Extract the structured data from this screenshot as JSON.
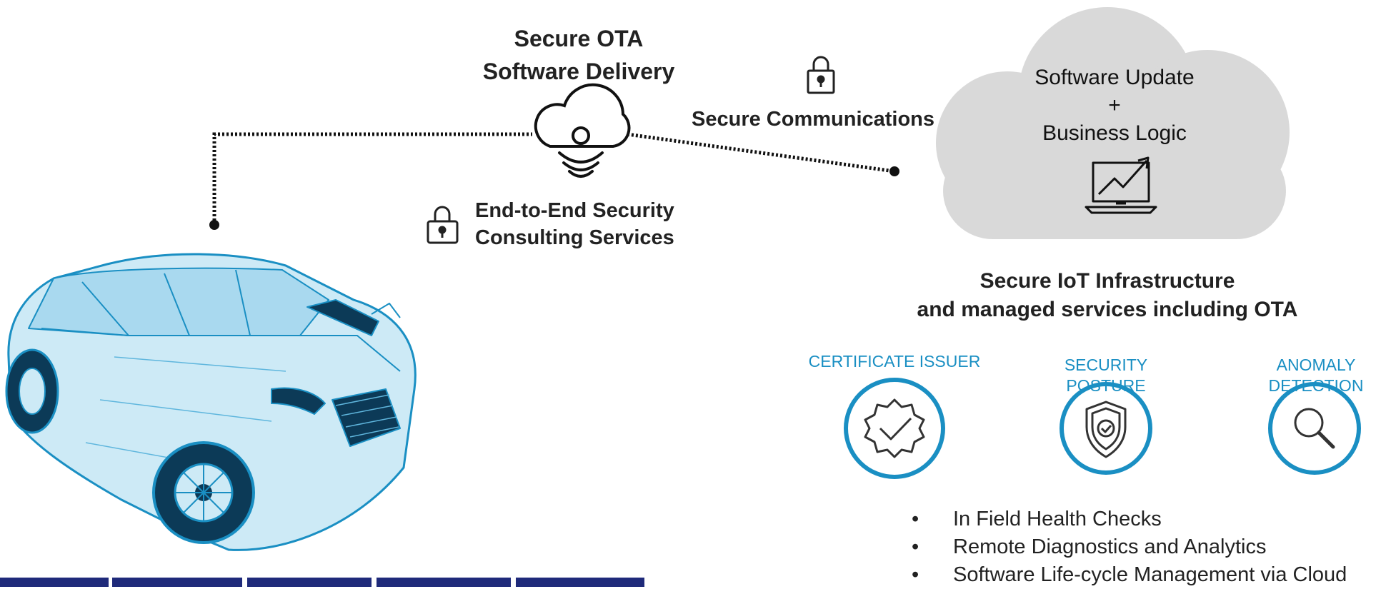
{
  "colors": {
    "accent": "#1a8fc3",
    "cloud_fill": "#d9d9d9",
    "nav_strip": "#1f2a7a"
  },
  "diagram": {
    "ota_title": [
      "Secure OTA",
      "Software Delivery"
    ],
    "secure_communications": "Secure Communications",
    "consulting": [
      "End-to-End Security",
      "Consulting Services"
    ],
    "cloud_text": [
      "Software Update",
      "+",
      "Business Logic"
    ],
    "infrastructure": [
      "Secure IoT Infrastructure",
      "and managed services including OTA"
    ],
    "badges": [
      {
        "label": "CERTIFICATE ISSUER",
        "icon": "certificate-seal-icon"
      },
      {
        "label": "SECURITY POSTURE",
        "icon": "shield-check-icon"
      },
      {
        "label": "ANOMALY DETECTION",
        "icon": "magnifier-icon"
      }
    ],
    "bullets": [
      "In Field Health Checks",
      "Remote Diagnostics and Analytics",
      "Software Life-cycle Management via Cloud"
    ],
    "icons": {
      "vehicle": "car-wireframe-image",
      "ota_cloud": "cloud-signal-icon",
      "lock": "lock-icon",
      "analytics": "laptop-chart-icon"
    }
  }
}
